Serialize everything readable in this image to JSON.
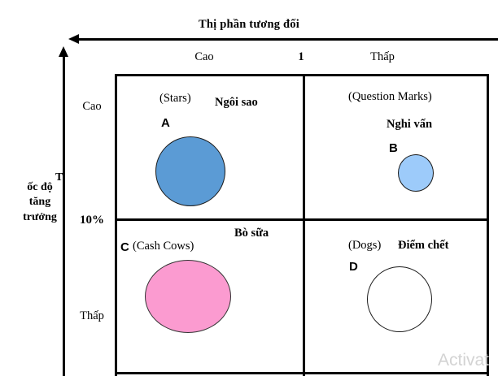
{
  "chart_data": {
    "type": "scatter",
    "title": "Thị phần tương đối",
    "xlabel": "Thị phần tương đối",
    "ylabel": "Tốc độ tăng trưởng",
    "x_axis": {
      "label": "Thị phần tương đối",
      "direction": "left",
      "ticks": [
        "Cao",
        "1",
        "Thấp"
      ],
      "threshold": "1"
    },
    "y_axis": {
      "label_first": "T",
      "label_rest": "ốc độ\ntăng\ntrưởng",
      "direction": "up",
      "ticks": [
        "Cao",
        "10%",
        "Thấp"
      ],
      "threshold": "10%"
    },
    "quadrants": [
      {
        "id": "stars",
        "position": "top-left",
        "english": "(Stars)",
        "vietnamese": "Ngôi sao",
        "bubble_letter": "A",
        "bubble_color": "#5B9BD5",
        "bubble_size": "large"
      },
      {
        "id": "question-marks",
        "position": "top-right",
        "english": "(Question Marks)",
        "vietnamese": "Nghi vấn",
        "bubble_letter": "B",
        "bubble_color": "#9DCBFA",
        "bubble_size": "small"
      },
      {
        "id": "cash-cows",
        "position": "bottom-left",
        "english": "(Cash Cows)",
        "vietnamese": "Bò sữa",
        "bubble_letter": "C",
        "bubble_color": "#FB9BD0",
        "bubble_size": "large"
      },
      {
        "id": "dogs",
        "position": "bottom-right",
        "english": "(Dogs)",
        "vietnamese": "Điểm chết",
        "bubble_letter": "D",
        "bubble_color": "#FFFFFF",
        "bubble_size": "medium"
      }
    ]
  },
  "axis": {
    "top_title": "Thị phần tương đối",
    "y_label_first": "T",
    "y_label_rest": "ốc độ\ntăng\ntrưởng"
  },
  "col_headers": {
    "cao": "Cao",
    "one": "1",
    "thap": "Thấp"
  },
  "row_headers": {
    "cao": "Cao",
    "pct": "10%",
    "thap": "Thấp"
  },
  "quadrants": {
    "stars": {
      "english": "(Stars)",
      "vietnamese": "Ngôi sao",
      "letter": "A",
      "color": "#5B9BD5"
    },
    "question_marks": {
      "english": "(Question Marks)",
      "vietnamese": "Nghi vấn",
      "letter": "B",
      "color": "#9DCBFA"
    },
    "cash_cows": {
      "english": "(Cash Cows)",
      "vietnamese": "Bò sữa",
      "letter": "C",
      "color": "#FB9BD0"
    },
    "dogs": {
      "english": "(Dogs)",
      "vietnamese": "Điểm chết",
      "letter": "D",
      "color": "#FFFFFF"
    }
  },
  "watermark": {
    "text": "Activat"
  }
}
